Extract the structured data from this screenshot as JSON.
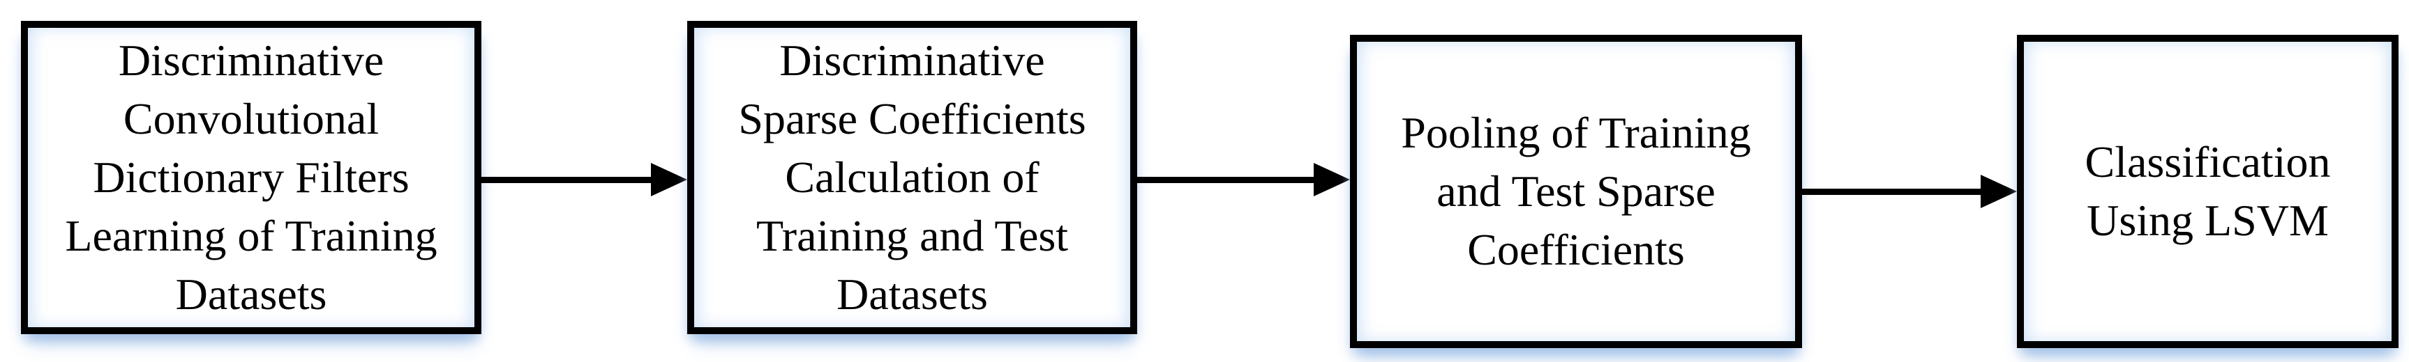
{
  "diagram": {
    "type": "flowchart",
    "boxes": [
      {
        "id": "dictionary-learning",
        "text": "Discriminative\nConvolutional\nDictionary Filters\nLearning of Training\nDatasets"
      },
      {
        "id": "sparse-coefficients-calculation",
        "text": "Discriminative\nSparse Coefficients\nCalculation of\nTraining and Test\nDatasets"
      },
      {
        "id": "pooling",
        "text": "Pooling of Training\nand Test Sparse\nCoefficients"
      },
      {
        "id": "classification",
        "text": "Classification\nUsing LSVM"
      }
    ],
    "connectors": [
      {
        "from": "dictionary-learning",
        "to": "sparse-coefficients-calculation",
        "direction": "right"
      },
      {
        "from": "sparse-coefficients-calculation",
        "to": "pooling",
        "direction": "right"
      },
      {
        "from": "pooling",
        "to": "classification",
        "direction": "right"
      }
    ],
    "colors": {
      "border": "#000000",
      "text": "#000000",
      "background": "#ffffff",
      "shadow": "#dce8f6"
    }
  }
}
